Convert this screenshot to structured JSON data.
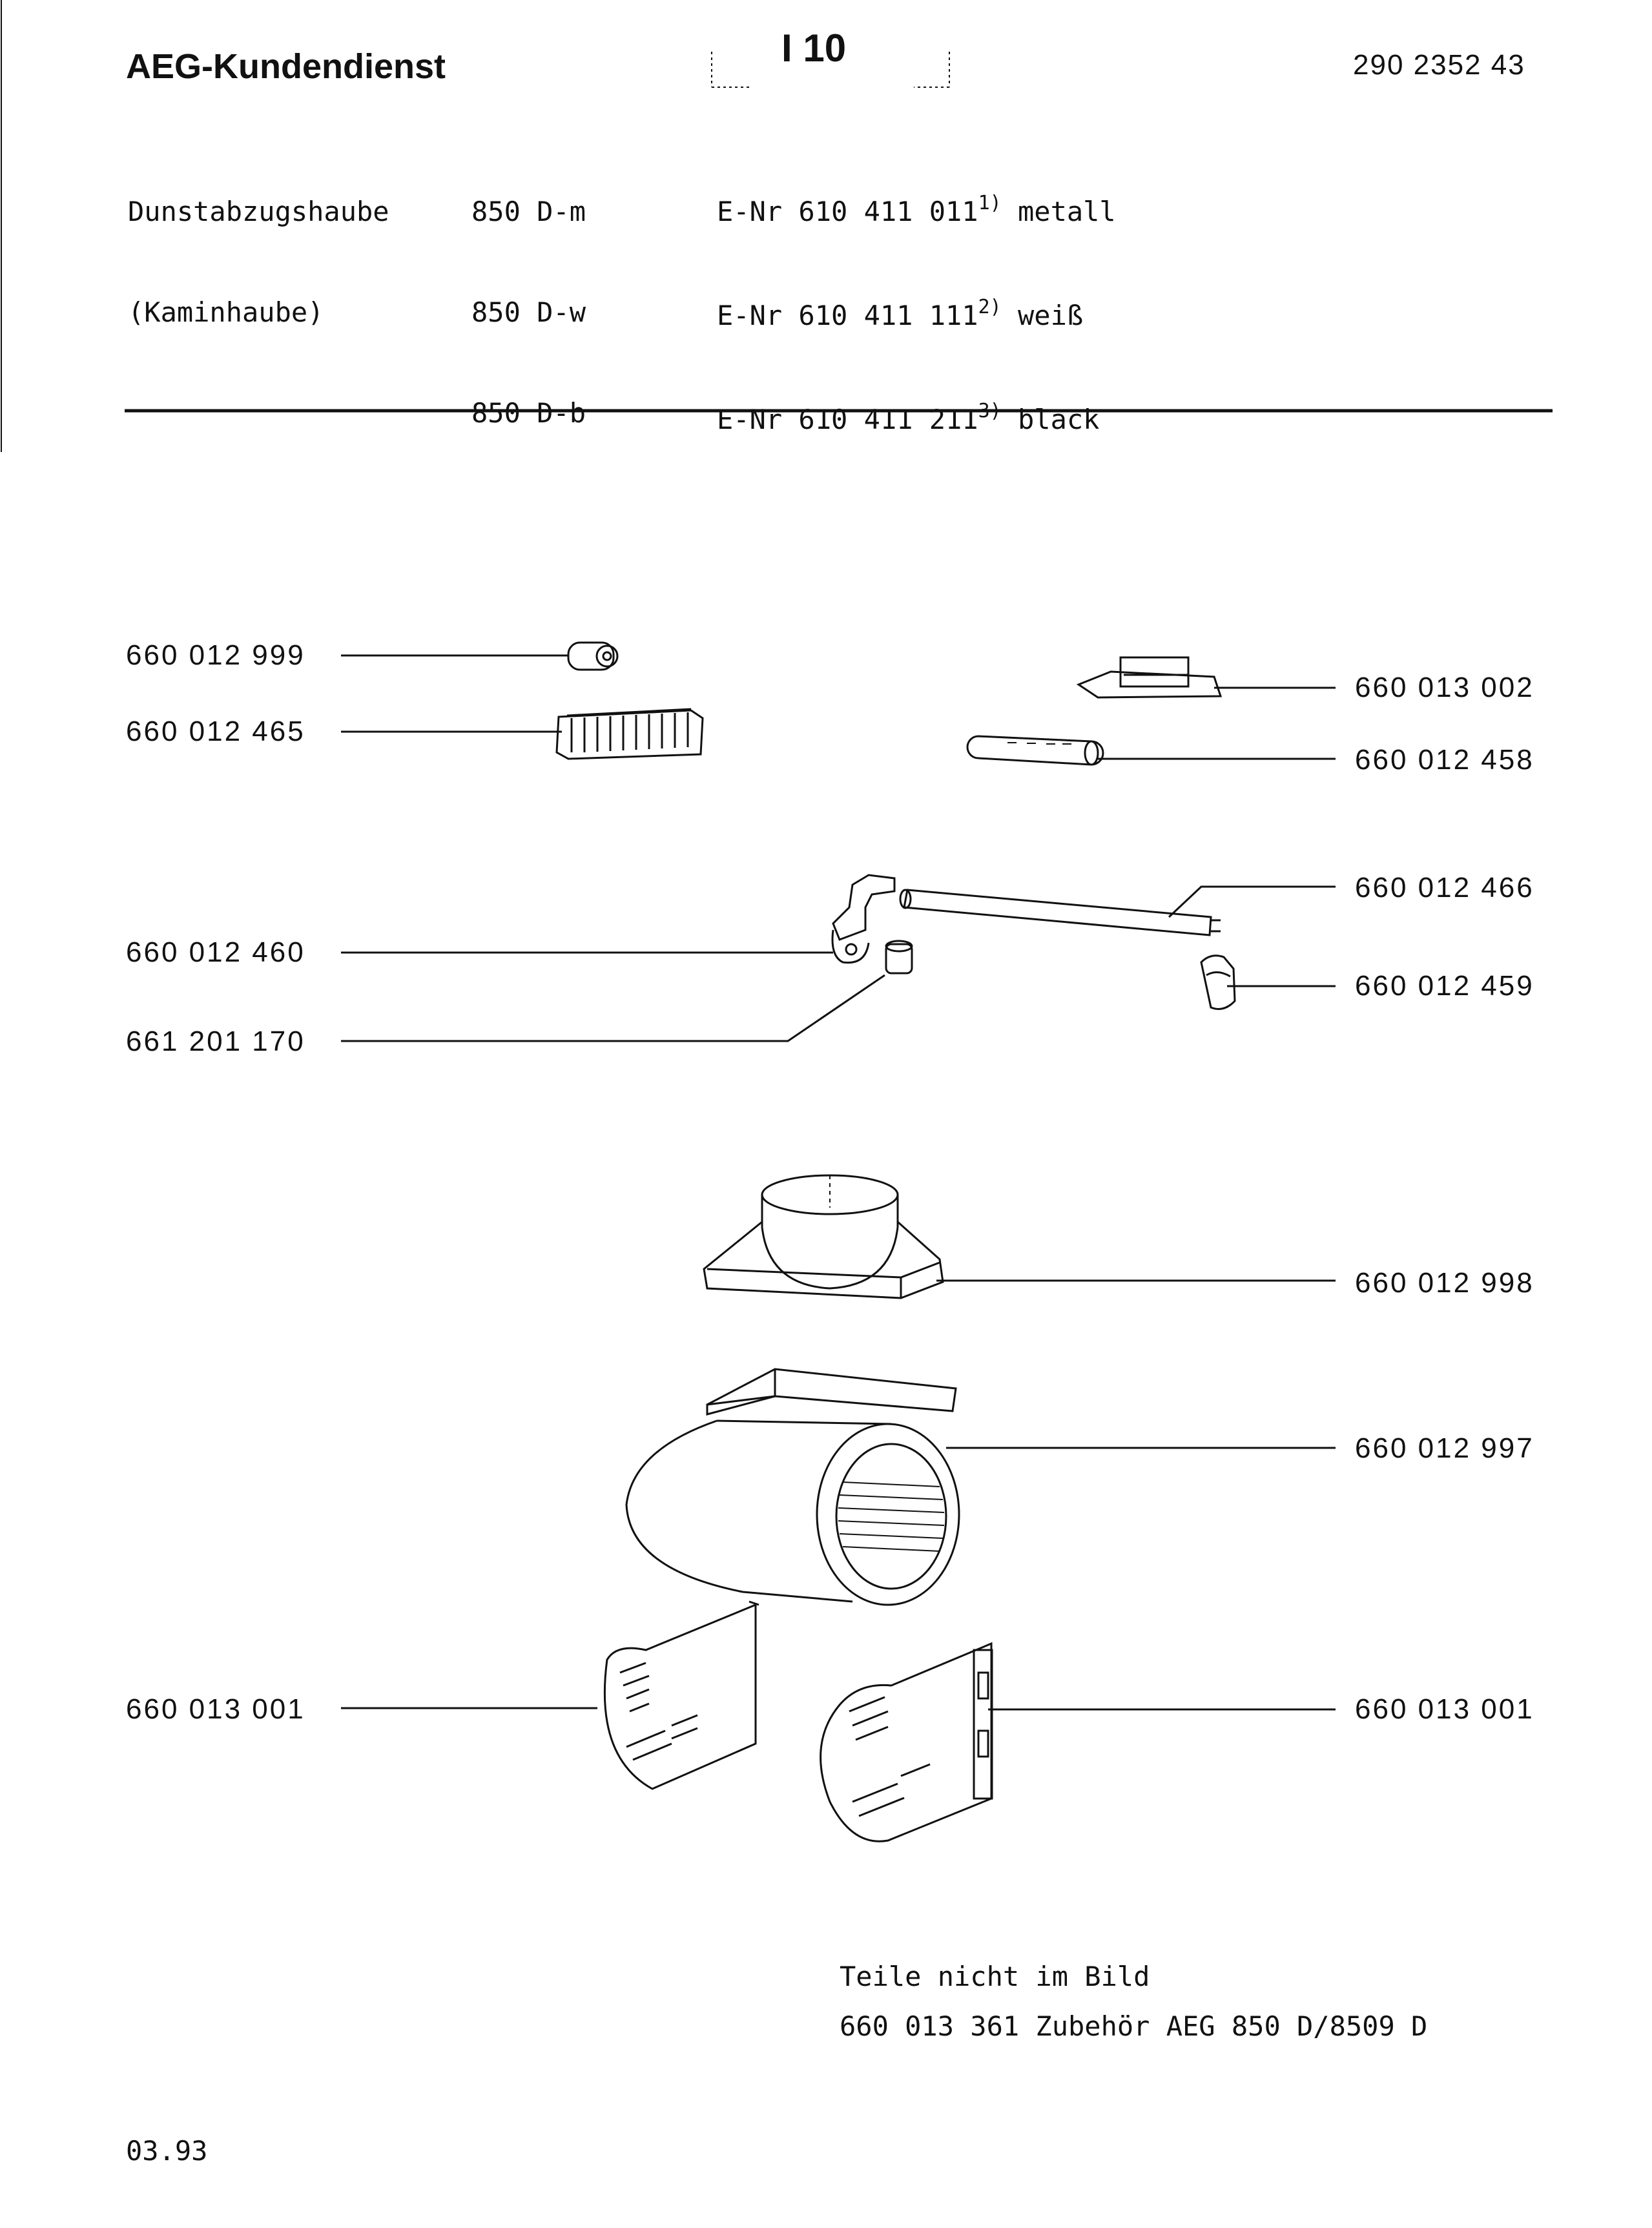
{
  "header": {
    "brand": "AEG-Kundendienst",
    "sheet_id": "I 10",
    "document_number": "290 2352 43"
  },
  "product": {
    "type": [
      "Dunstabzugshaube",
      "(Kaminhaube)"
    ],
    "models": [
      "850 D-m",
      "850 D-w",
      "850 D-b"
    ],
    "enr": [
      {
        "text": "E-Nr 610 411 011",
        "note": "1)",
        "color": "metall"
      },
      {
        "text": "E-Nr 610 411 111",
        "note": "2)",
        "color": "weiß"
      },
      {
        "text": "E-Nr 610 411 211",
        "note": "3)",
        "color": "black"
      }
    ]
  },
  "parts": {
    "starter": "660 012 999",
    "terminal_block": "660 012 465",
    "ballast": "660 013 002",
    "lamp_socket": "660 012 458",
    "tube_lamp": "660 012 466",
    "lamp_holder_left": "660 012 460",
    "lamp_holder_right": "660 012 459",
    "starter_holder": "661 201 170",
    "air_outlet": "660 012 998",
    "blower": "660 012 997",
    "side_panel_left": "660 013 001",
    "side_panel_right": "660 013 001"
  },
  "footer_note": {
    "title": "Teile nicht im Bild",
    "item": "660 013 361 Zubehör AEG 850 D/8509 D"
  },
  "date": "03.93"
}
